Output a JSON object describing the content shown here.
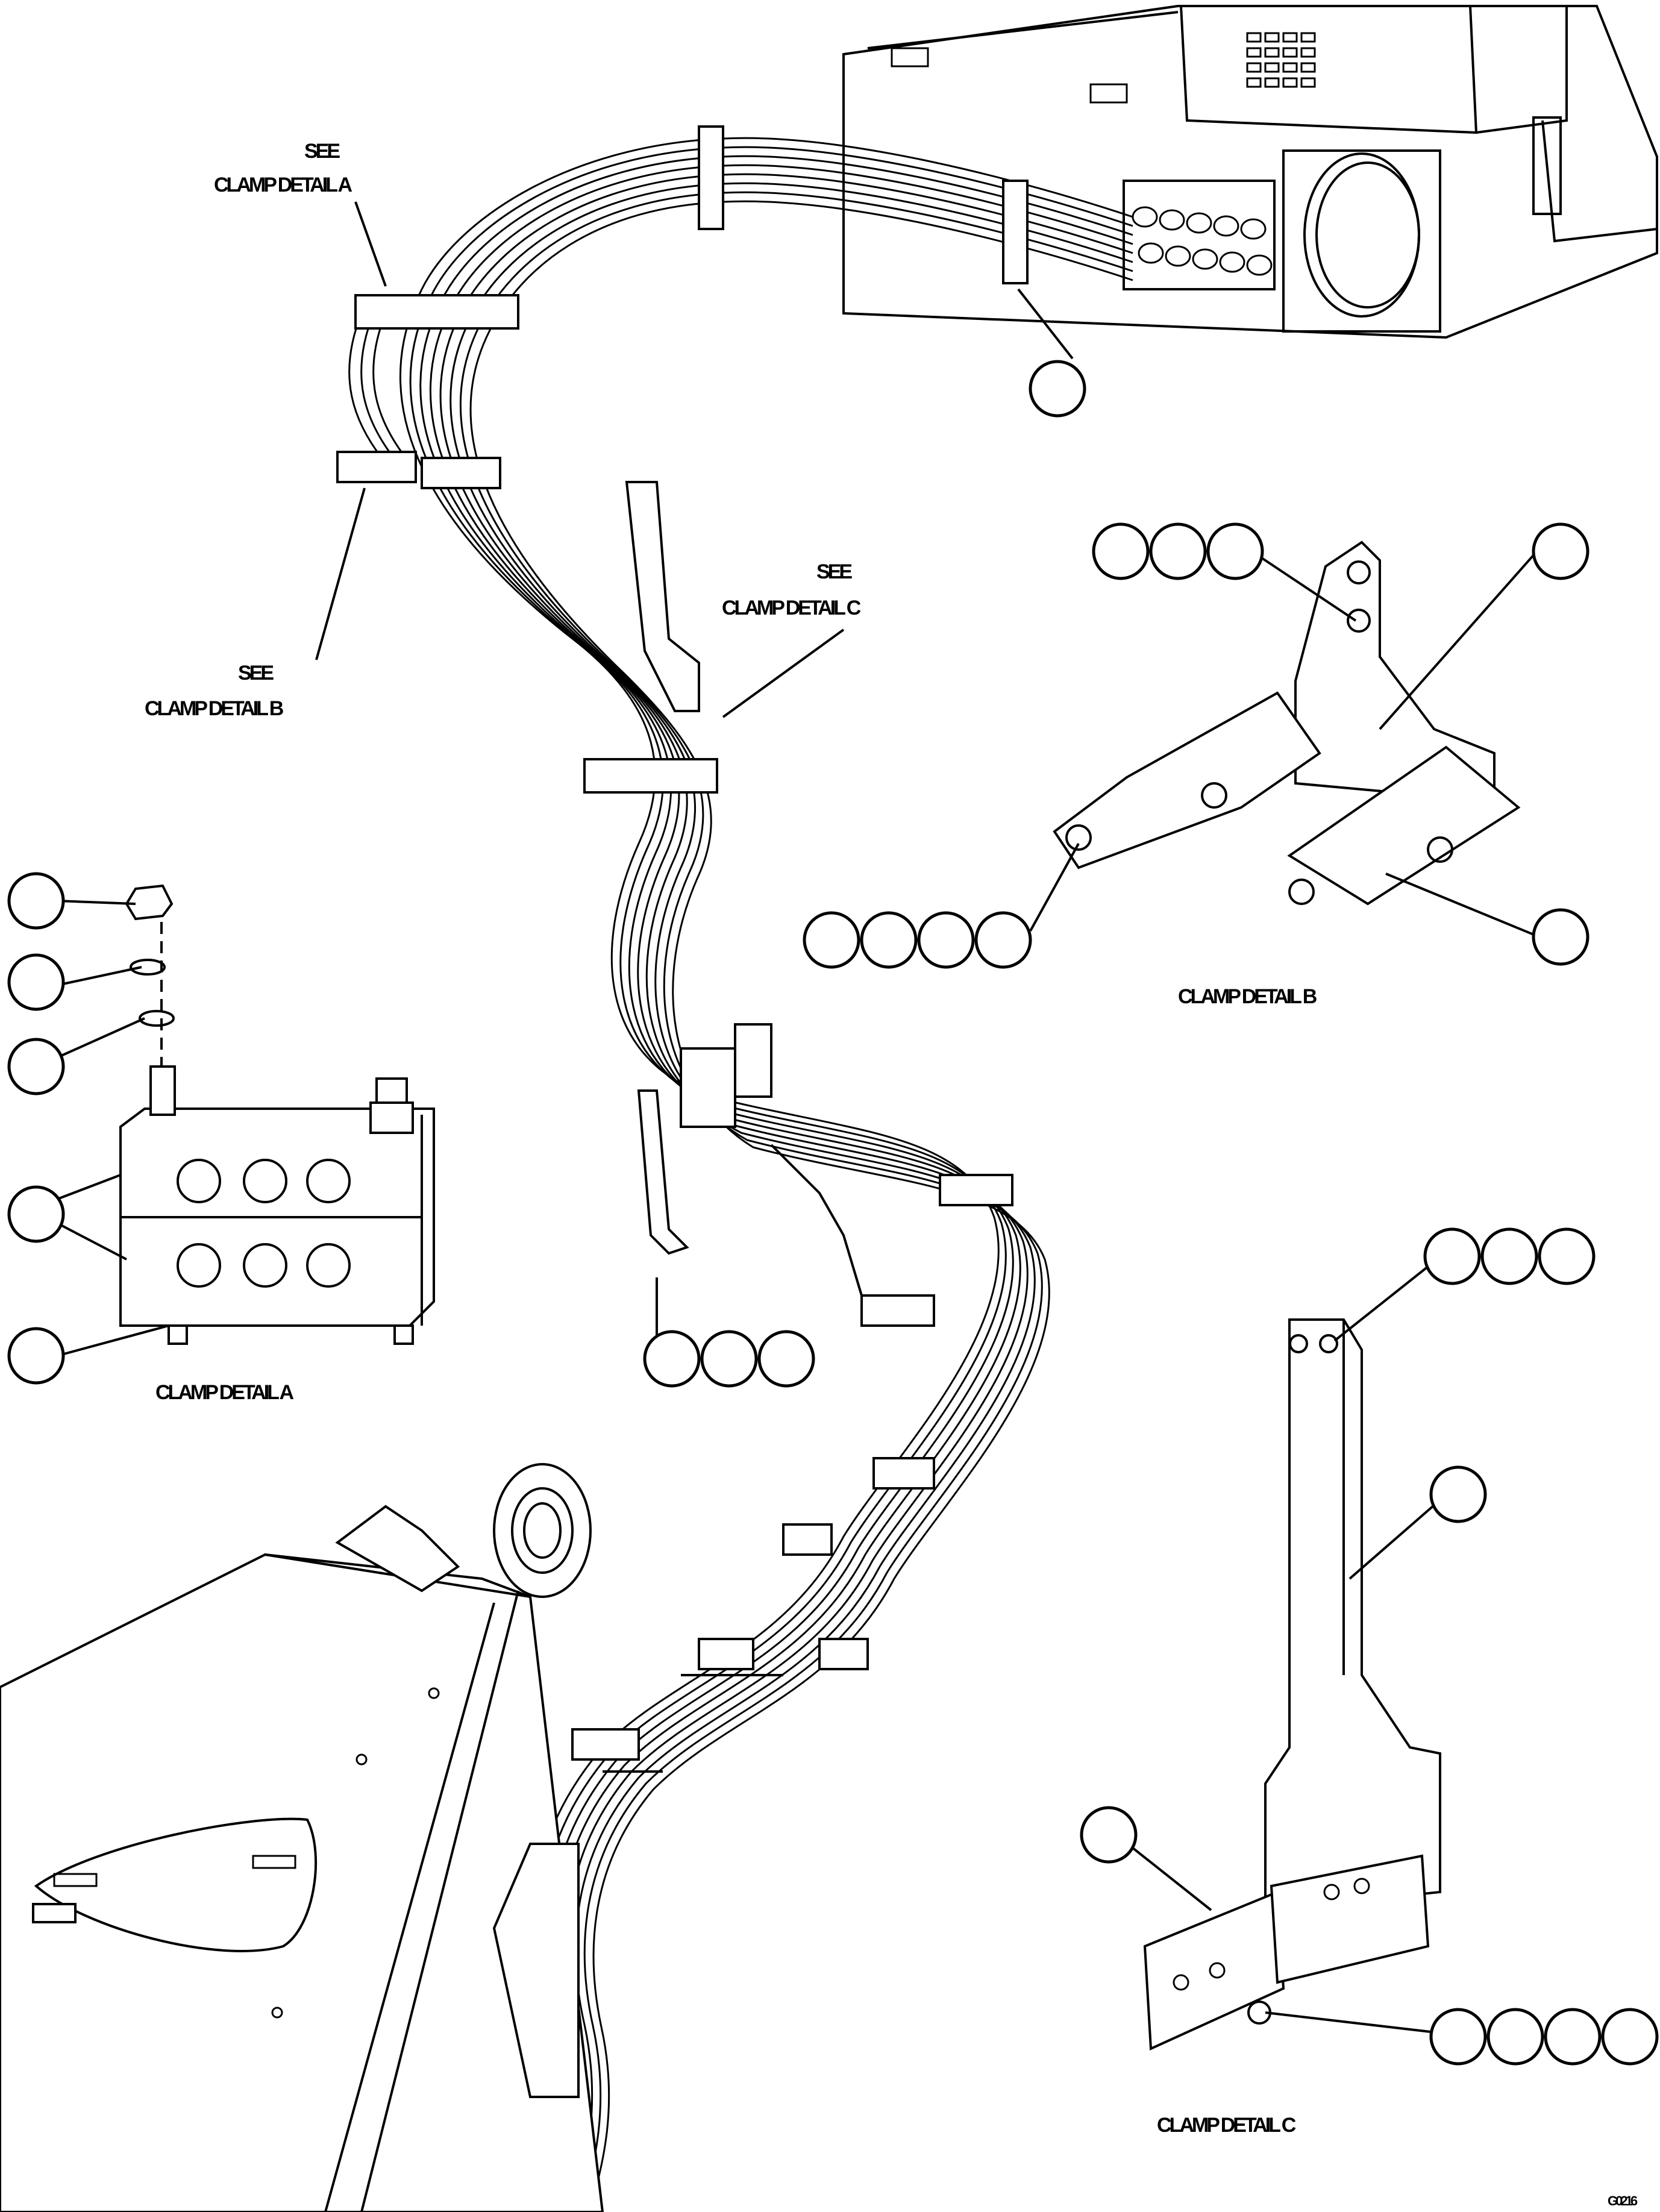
{
  "labels": {
    "see_a": "SEE",
    "clamp_detail_a_ref": "CLAMP DETAIL A",
    "see_b": "SEE",
    "clamp_detail_b_ref": "CLAMP DETAIL B",
    "see_c": "SEE",
    "clamp_detail_c_ref": "CLAMP DETAIL C",
    "clamp_detail_a": "CLAMP DETAIL A",
    "clamp_detail_b": "CLAMP DETAIL B",
    "clamp_detail_c": "CLAMP DETAIL C",
    "figure_id": "G0216"
  },
  "callouts": {
    "note": "Item callout balloons are drawn empty in the original (no numbers printed)."
  }
}
